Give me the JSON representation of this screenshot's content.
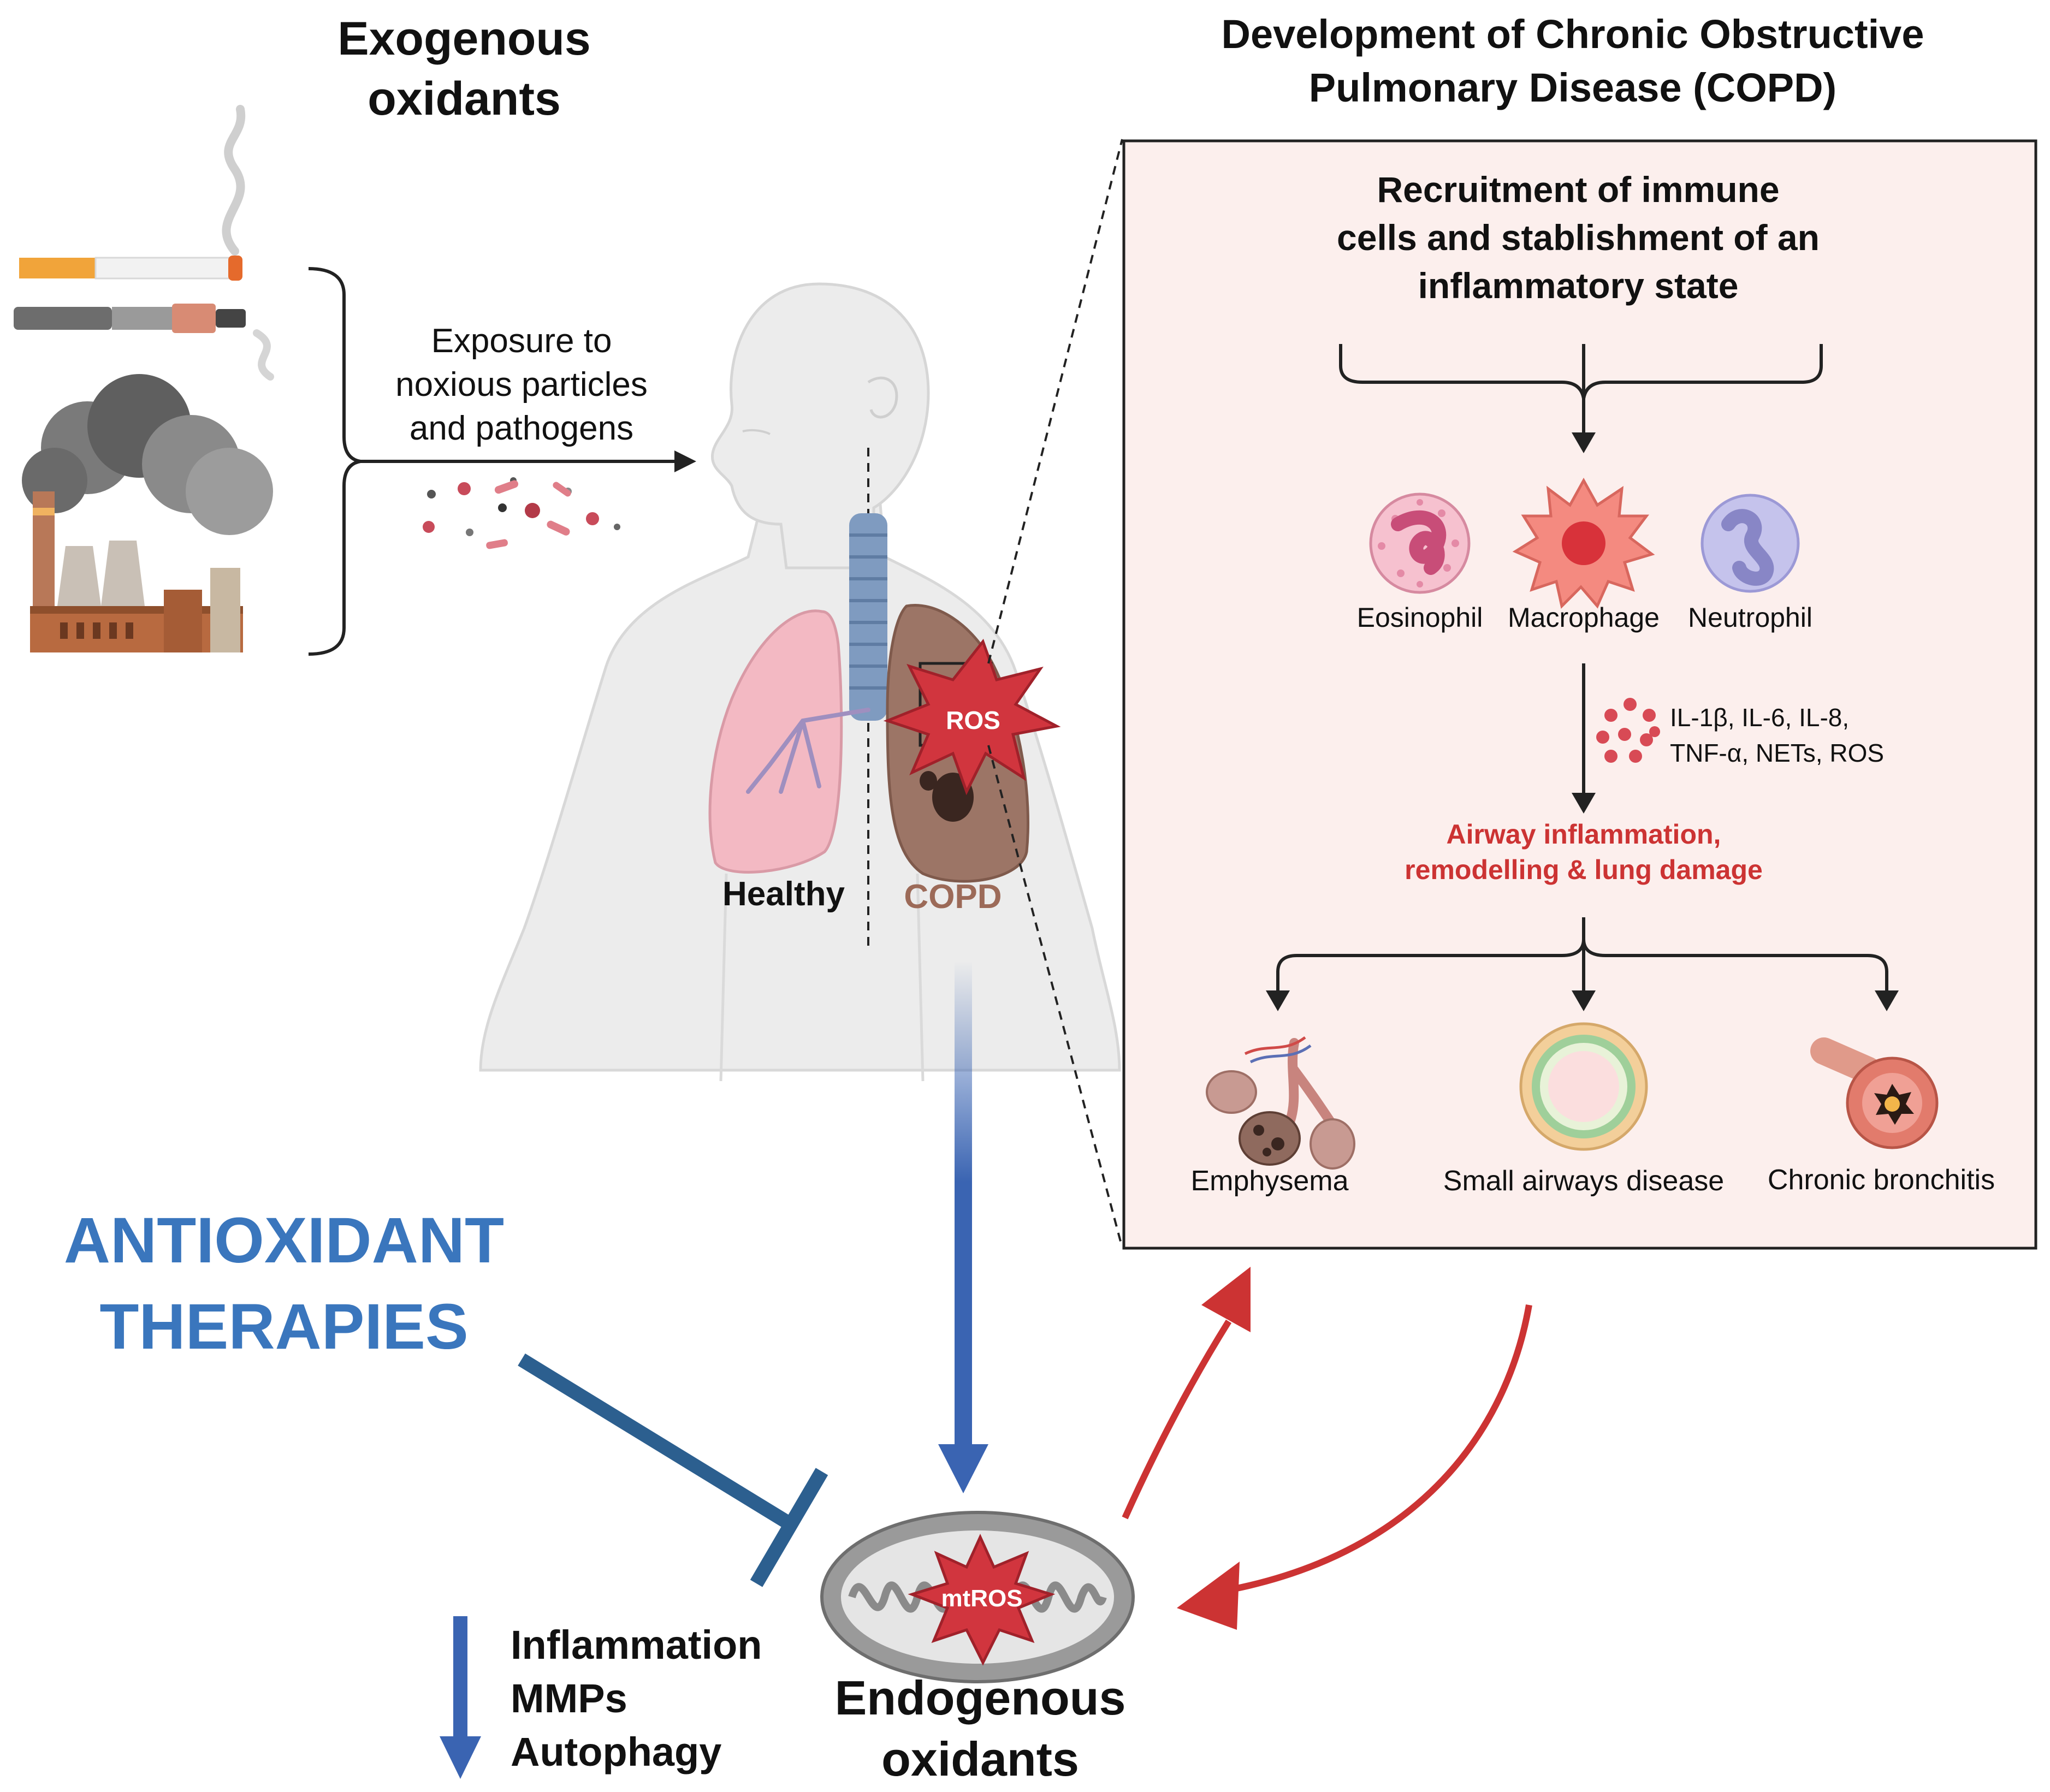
{
  "exogenous": {
    "line1": "Exogenous",
    "line2": "oxidants"
  },
  "copd_title": {
    "line1": "Development of Chronic Obstructive",
    "line2": "Pulmonary Disease (COPD)"
  },
  "exposure": {
    "line1": "Exposure to",
    "line2": "noxious particles",
    "line3": "and pathogens"
  },
  "body": {
    "healthy_label": "Healthy",
    "copd_label": "COPD",
    "ros_label": "ROS"
  },
  "panel": {
    "recruit": {
      "line1": "Recruitment of immune",
      "line2": "cells and stablishment of an",
      "line3": "inflammatory state"
    },
    "cells": [
      "Eosinophil",
      "Macrophage",
      "Neutrophil"
    ],
    "mediators": {
      "line1": "IL-1β, IL-6, IL-8,",
      "line2": "TNF-α, NETs, ROS"
    },
    "damage": {
      "line1": "Airway inflammation,",
      "line2": "remodelling & lung damage"
    },
    "outcomes": [
      "Emphysema",
      "Small airways disease",
      "Chronic bronchitis"
    ]
  },
  "therapy": {
    "line1": "ANTIOXIDANT",
    "line2": "THERAPIES"
  },
  "effects": [
    "Inflammation",
    "MMPs",
    "Autophagy"
  ],
  "mito": {
    "label": "mtROS"
  },
  "endogenous": {
    "line1": "Endogenous",
    "line2": "oxidants"
  },
  "colors": {
    "blue": "#3a76bd",
    "dark_blue": "#2c5f8f",
    "red": "#cc3333",
    "panel_bg": "#fcefed",
    "copd_brown": "#9c6a58"
  }
}
